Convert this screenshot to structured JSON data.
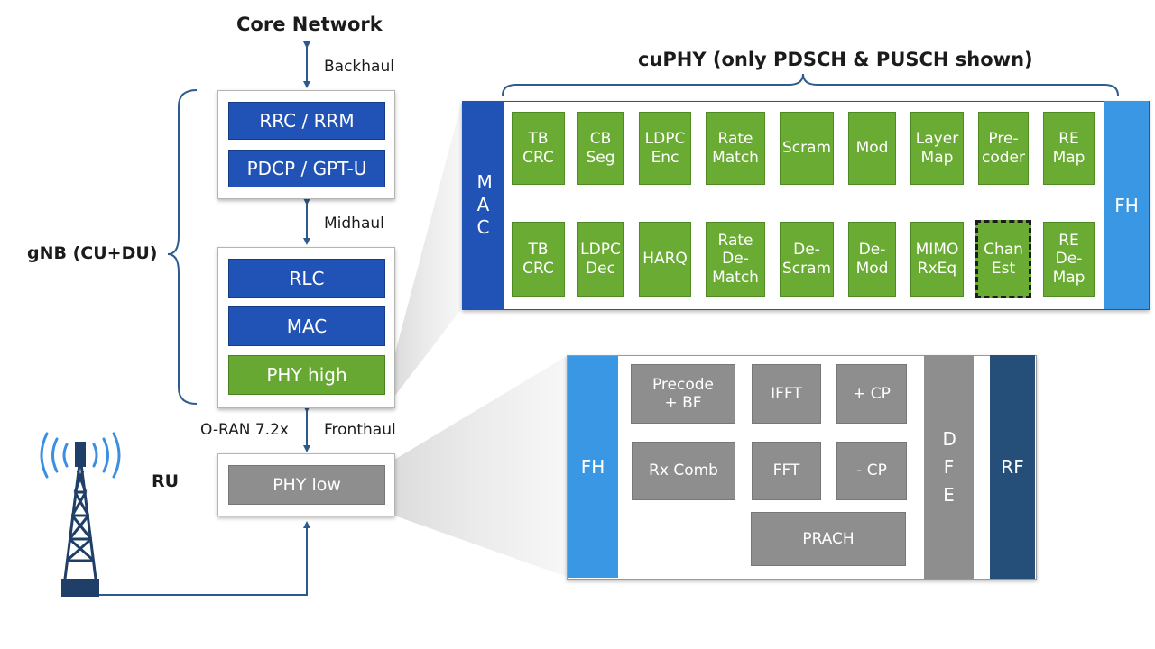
{
  "titles": {
    "core_network": "Core Network",
    "cuphy": "cuPHY (only PDSCH & PUSCH shown)"
  },
  "links": {
    "backhaul": "Backhaul",
    "midhaul": "Midhaul",
    "oran": "O-RAN 7.2x",
    "fronthaul": "Fronthaul"
  },
  "gnb": {
    "label": "gNB (CU+DU)",
    "cu_blocks": [
      "RRC / RRM",
      "PDCP / GPT-U"
    ],
    "du_blocks": [
      "RLC",
      "MAC",
      "PHY high"
    ]
  },
  "ru": {
    "label": "RU",
    "block": "PHY low"
  },
  "cuphy": {
    "mac_label": "MAC",
    "fh_label": "FH",
    "downlink": [
      "TB CRC",
      "CB Seg",
      "LDPC Enc",
      "Rate Match",
      "Scram",
      "Mod",
      "Layer Map",
      "Pre- coder",
      "RE Map"
    ],
    "uplink": [
      "TB CRC",
      "LDPC Dec",
      "HARQ",
      "Rate De- Match",
      "De- Scram",
      "De- Mod",
      "MIMO RxEq",
      "Chan Est",
      "RE De- Map"
    ],
    "highlighted": "Chan Est"
  },
  "phylow": {
    "fh_label": "FH",
    "dfe_label": "DFE",
    "rf_label": "RF",
    "tx": [
      "Precode + BF",
      "IFFT",
      "+ CP"
    ],
    "rx": [
      "Rx Comb",
      "FFT",
      "- CP"
    ],
    "prach": "PRACH"
  },
  "colors": {
    "dark_blue": "#2152b5",
    "green": "#6aab34",
    "gray": "#8e8e8e",
    "light_blue": "#3a97e3",
    "navy": "#254e78",
    "brace": "#2e5b8f"
  }
}
